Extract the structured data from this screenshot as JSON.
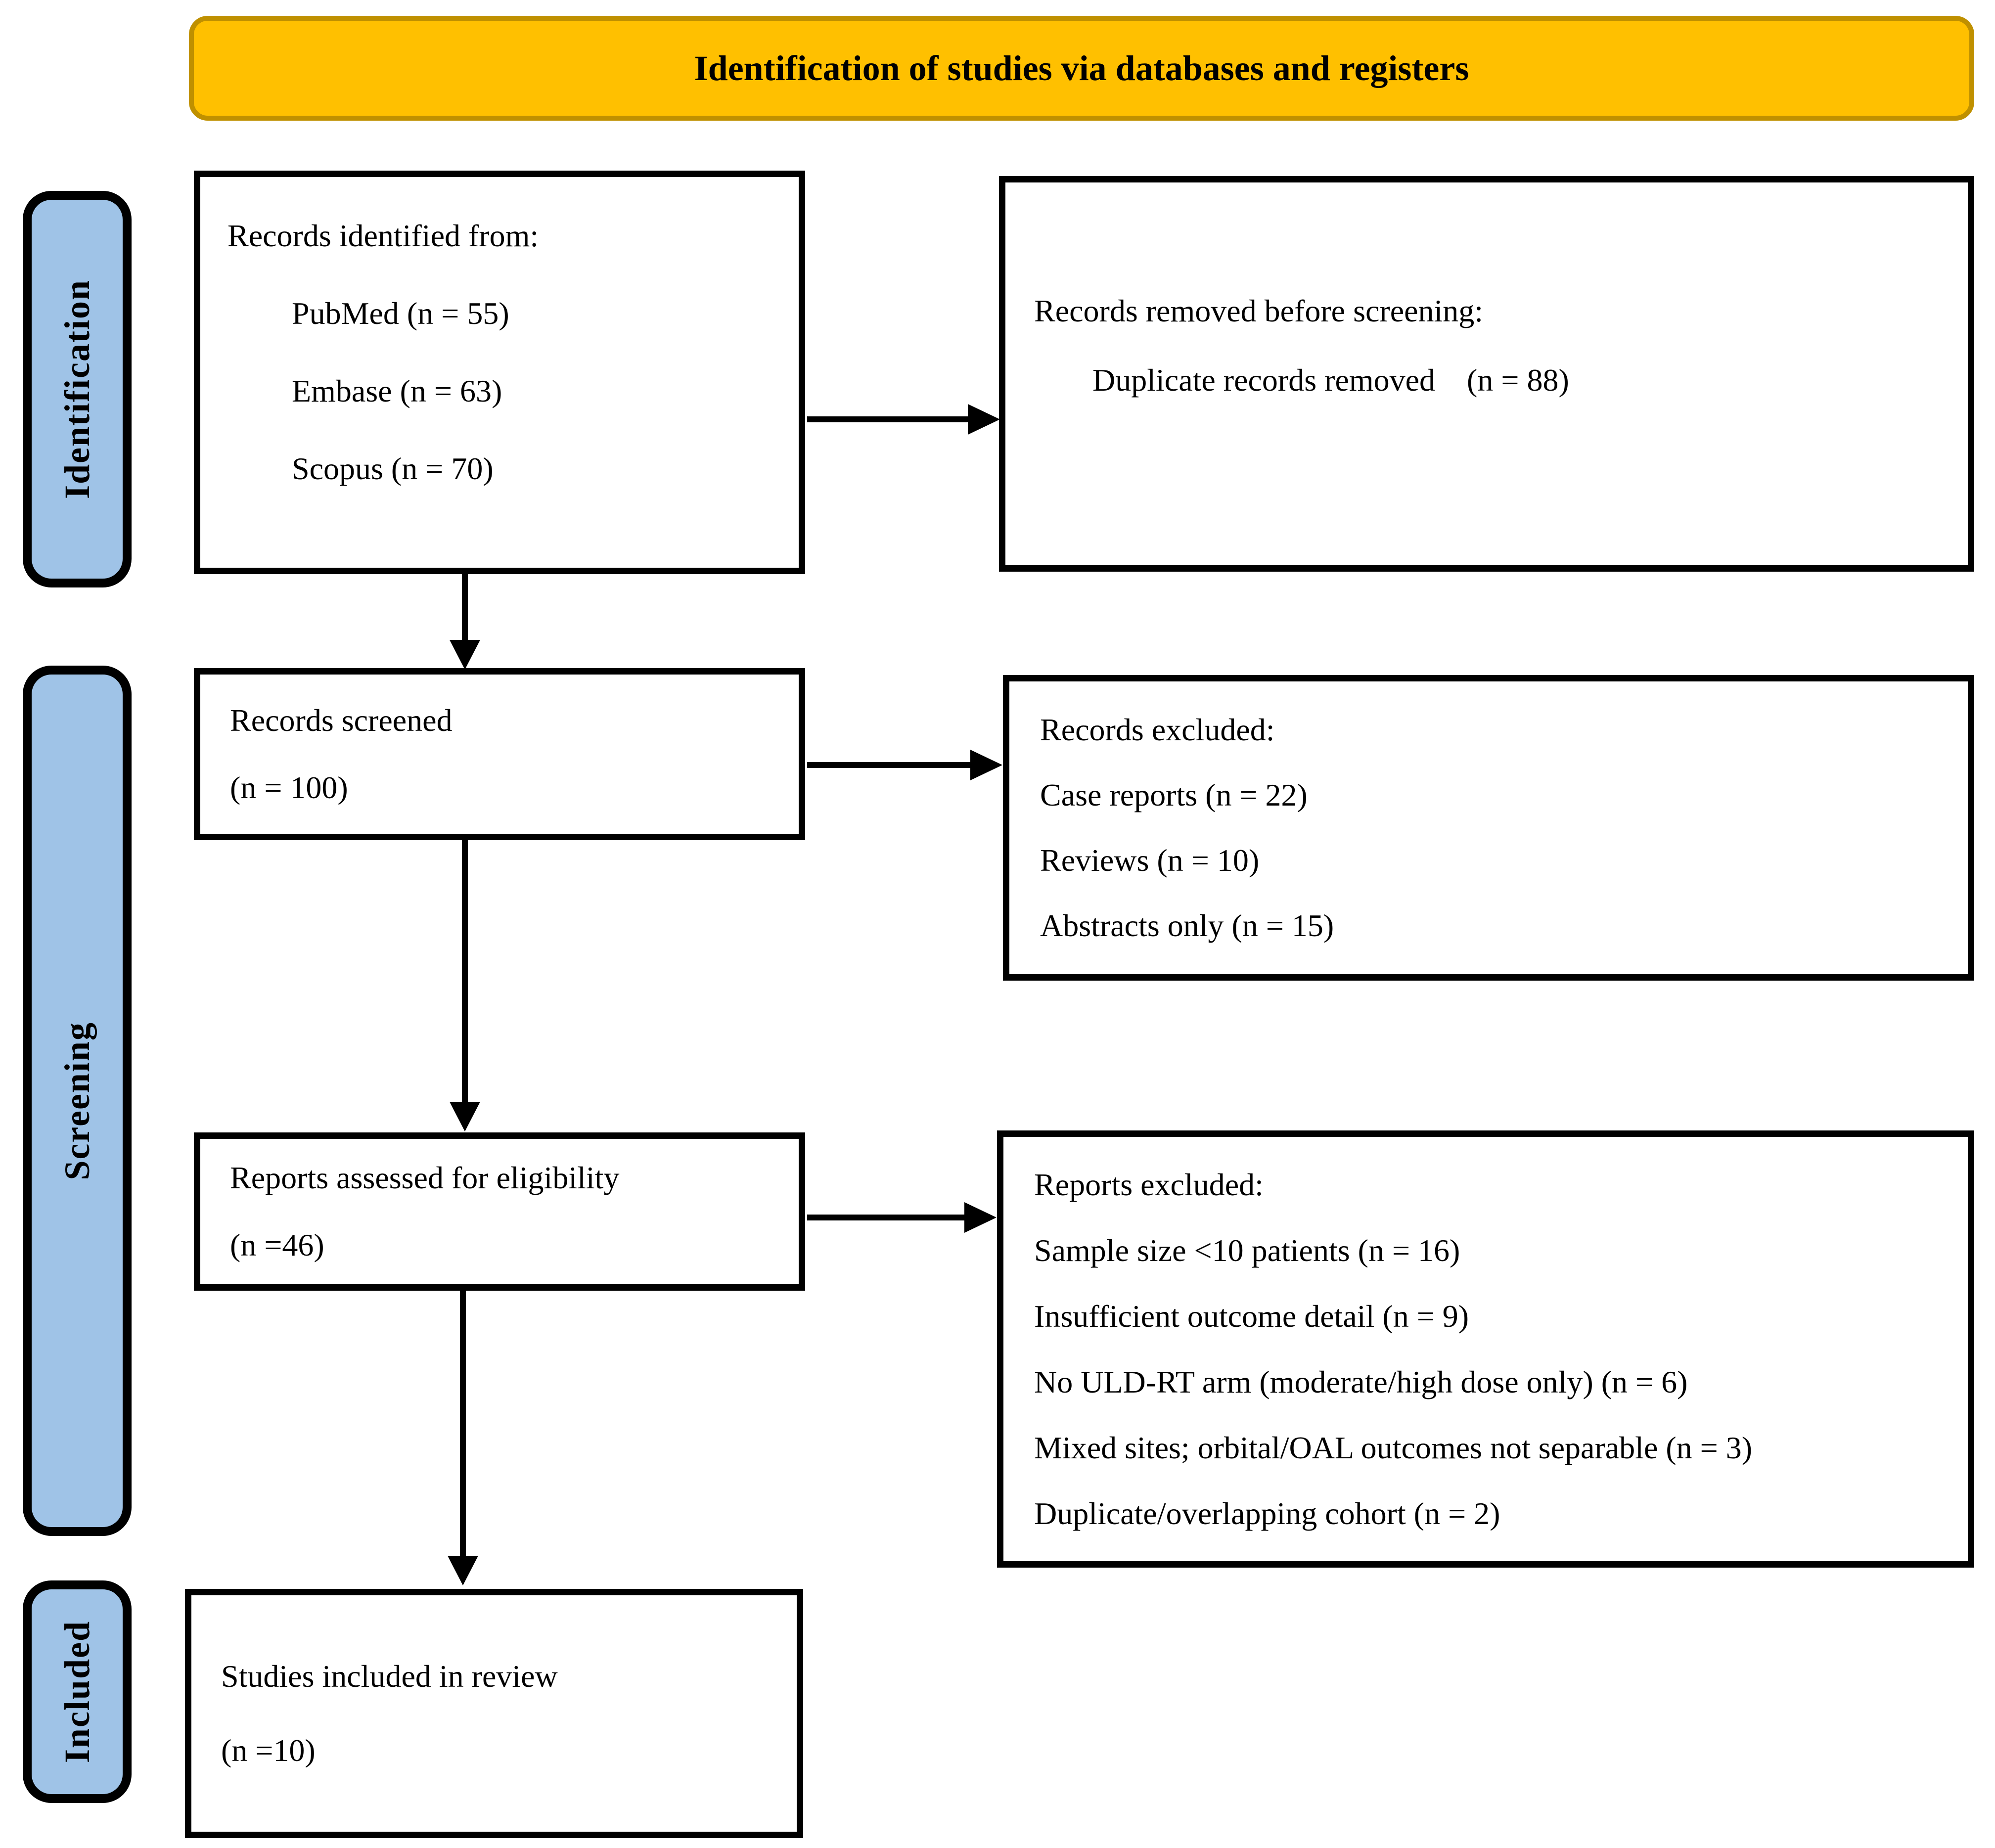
{
  "figure": {
    "title": "Identification of studies via databases and registers"
  },
  "stages": [
    {
      "label": "Identification"
    },
    {
      "label": "Screening"
    },
    {
      "label": "Included"
    }
  ],
  "boxes": {
    "records_identified": {
      "heading": "Records identified from:",
      "items": [
        "PubMed (n = 55)",
        "Embase (n = 63)",
        "Scopus (n = 70)"
      ]
    },
    "records_removed": {
      "heading": "Records removed before screening:",
      "items": [
        "Duplicate records removed    (n = 88)"
      ]
    },
    "records_screened": {
      "lines": [
        "Records screened",
        "(n = 100)"
      ]
    },
    "records_excluded": {
      "heading": "Records excluded:",
      "items": [
        "Case reports (n = 22)",
        "Reviews (n = 10)",
        "Abstracts only (n = 15)"
      ]
    },
    "reports_assessed": {
      "lines": [
        "Reports assessed for eligibility",
        "(n =46)"
      ]
    },
    "reports_excluded": {
      "heading": "Reports excluded:",
      "items": [
        "Sample size <10 patients (n = 16)",
        "Insufficient outcome detail (n = 9)",
        "No ULD-RT arm (moderate/high dose only) (n = 6)",
        "Mixed sites; orbital/OAL outcomes not separable (n = 3)",
        "Duplicate/overlapping cohort (n = 2)"
      ]
    },
    "studies_included": {
      "lines": [
        "Studies included in review",
        "(n =10)"
      ]
    }
  },
  "colors": {
    "banner_fill": "#FFC000",
    "banner_border": "#BF9000",
    "stage_fill": "#9FC3E7",
    "box_background": "#FFFFFF",
    "line_color": "#000000",
    "text_color": "#000000"
  }
}
